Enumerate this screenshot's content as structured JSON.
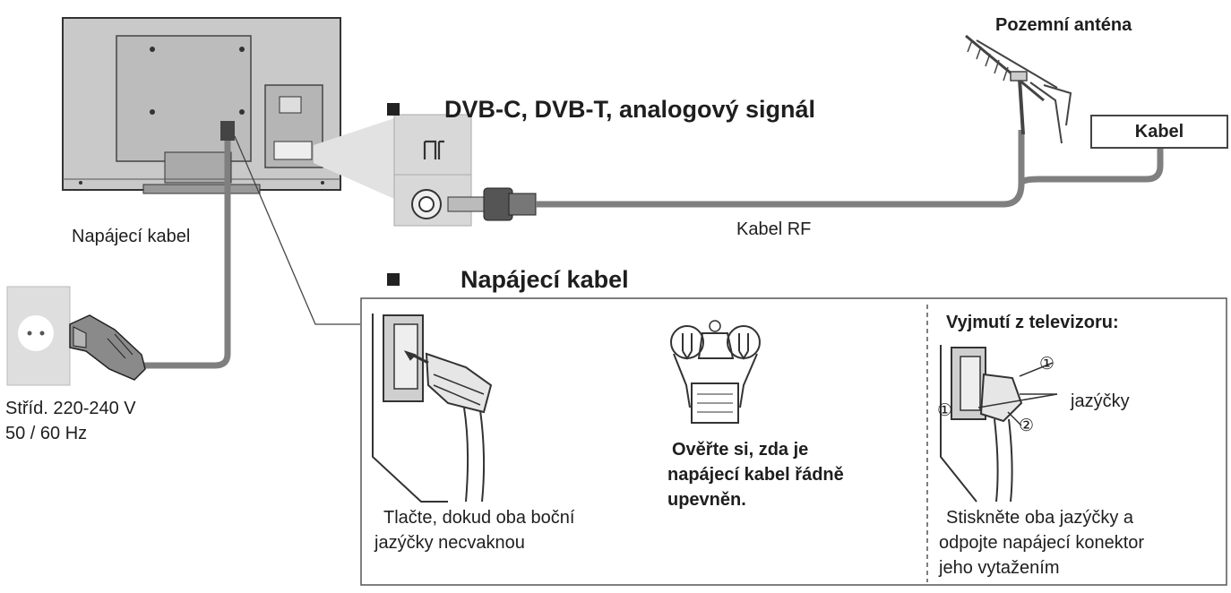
{
  "sections": {
    "antenna_section_title": "DVB-C, DVB-T, analogový signál",
    "power_section_title": "Napájecí kabel"
  },
  "labels": {
    "antenna": "Pozemní anténa",
    "cable_box": "Kabel",
    "rf_cable": "Kabel RF",
    "power_cable": "Napájecí kabel",
    "outlet_voltage": "Stříd. 220-240 V",
    "outlet_frequency": "50 / 60 Hz",
    "tabs": "jazýčky",
    "marker_1": "①",
    "marker_2": "②"
  },
  "power_panel": {
    "step1_line1": "Tlačte, dokud oba boční",
    "step1_line2": "jazýčky necvaknou",
    "step2_line1": "Ověřte si, zda je",
    "step2_line2": "napájecí kabel řádně",
    "step2_line3": "upevněn.",
    "step3_title": "Vyjmutí z televizoru:",
    "step3_line1": "Stiskněte oba jazýčky a",
    "step3_line2": "odpojte napájecí konektor",
    "step3_line3": "jeho vytažením"
  },
  "colors": {
    "tv_body": "#c9c9c9",
    "cable": "#7f7f7f",
    "socket_plate": "#d8d8d8",
    "outline": "#333333"
  }
}
